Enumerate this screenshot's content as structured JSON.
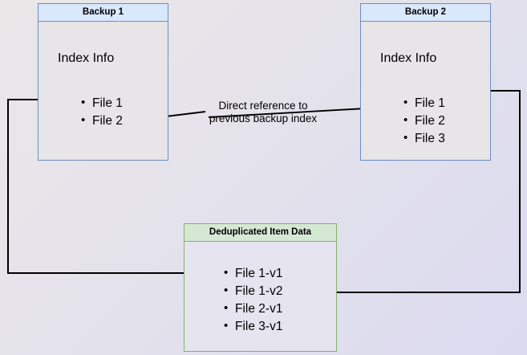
{
  "diagram": {
    "title_hidden": "Backup deduplication reference diagram",
    "background": {
      "gradient_from": "#e9e7e7",
      "gradient_to": "#dcdaf0"
    },
    "colors": {
      "blue_border": "#6c8ebf",
      "blue_header_fill": "#dae8fc",
      "green_border": "#82b366",
      "green_header_fill": "#d5e8d4",
      "box_body_fill": "#e7e5e7",
      "arrow_stroke": "#000000"
    },
    "boxes": [
      {
        "id": "backup-1",
        "header": "Backup 1",
        "section_title": "Index Info",
        "files": [
          "File 1",
          "File 2"
        ]
      },
      {
        "id": "backup-2",
        "header": "Backup 2",
        "section_title": "Index Info",
        "files": [
          "File 1",
          "File 2",
          "File 3"
        ]
      },
      {
        "id": "deduplicated-item-data",
        "header": "Deduplicated Item Data",
        "files": [
          "File 1-v1",
          "File 1-v2",
          "File 2-v1",
          "File 3-v1"
        ]
      }
    ],
    "annotations": {
      "direct_reference": "Direct reference to\nprevious backup index"
    }
  }
}
